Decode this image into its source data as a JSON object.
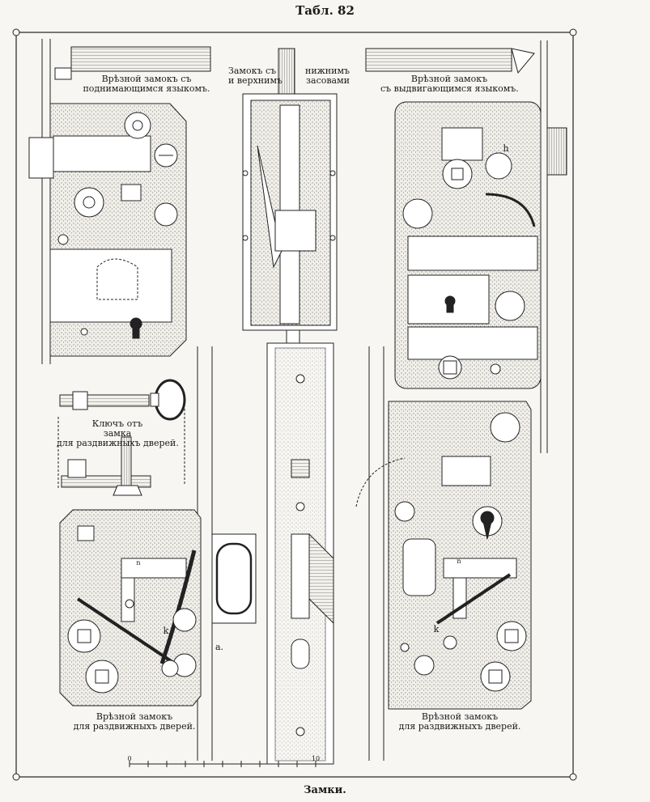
{
  "plate": {
    "title": "Табл. 82",
    "caption": "Замки.",
    "scale_labels": [
      "0",
      "10"
    ],
    "part_letters": {
      "a": "a.",
      "k": "k",
      "h": "h",
      "n": "n"
    }
  },
  "labels": {
    "lift_latch": [
      "Врѣзной замокъ съ",
      "поднимающимся языкомъ."
    ],
    "top_bottom": [
      "Замокъ съ",
      "нижнимъ",
      "и верхнимъ",
      "засовами"
    ],
    "slide_latch": [
      "Врѣзной замокъ",
      "съ выдвигающимся языкомъ."
    ],
    "key": [
      "Ключъ отъ",
      "замка",
      "для раздвижныхъ дверей."
    ],
    "sliding_left": [
      "Врѣзной замокъ",
      "для раздвижныхъ дверей."
    ],
    "sliding_right": [
      "Врѣзной замокъ",
      "для раздвижныхъ дверей."
    ]
  }
}
